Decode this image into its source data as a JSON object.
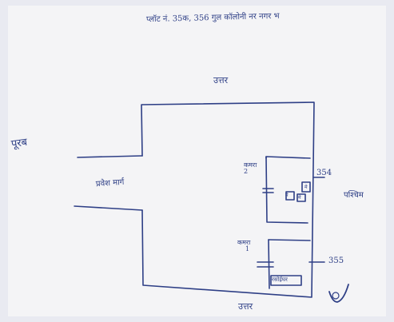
{
  "header": {
    "text": "प्लॉट नं. 35क, 356 गुल कॉलोनी नर नगर भ"
  },
  "directions": {
    "north": "उत्तर",
    "west": "पूरब",
    "east": "पश्चिम",
    "south": "उत्तर"
  },
  "entrance": {
    "label": "प्रवेश मार्ग"
  },
  "rooms": [
    {
      "name": "कमरा",
      "number": "2",
      "plot": "354",
      "inner_boxes": [
        "मे",
        "मे",
        "मे"
      ]
    },
    {
      "name": "कमरा",
      "number": "1",
      "plot": "355",
      "bottom_box": "रसोईघर"
    }
  ],
  "mark": "✓",
  "colors": {
    "ink": "#2e3f86",
    "paper": "#f4f4f6",
    "frame": "#e9eaf1"
  }
}
